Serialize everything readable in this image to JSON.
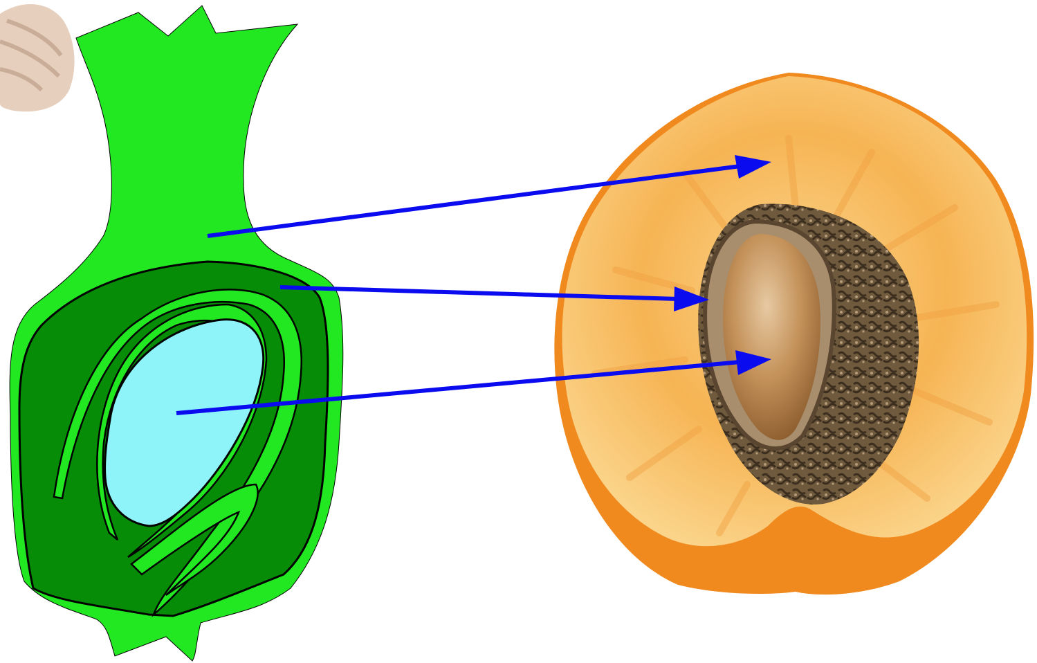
{
  "diagram": {
    "type": "ovary-to-fruit-correspondence",
    "labels": [],
    "colors": {
      "background": "#ffffff",
      "ovary_wall": "#22e822",
      "ovary_inner": "#068c06",
      "outline": "#000000",
      "ovule": "#8ff4fa",
      "arrow": "#0b0bf0",
      "fruit_flesh": "#f6b454",
      "fruit_flesh_light": "#fbd58c",
      "fruit_skin": "#f08a1e",
      "stone": "#6f5a3e",
      "stone_light": "#a88e6c",
      "seed": "#a8743c",
      "seed_light": "#e7c9a2",
      "pollen": "#e6cfbd"
    },
    "arrows": [
      {
        "from": "ovary-wall",
        "to": "fruit-flesh"
      },
      {
        "from": "ovary-inner-wall",
        "to": "fruit-stone"
      },
      {
        "from": "ovule",
        "to": "fruit-seed"
      }
    ]
  }
}
